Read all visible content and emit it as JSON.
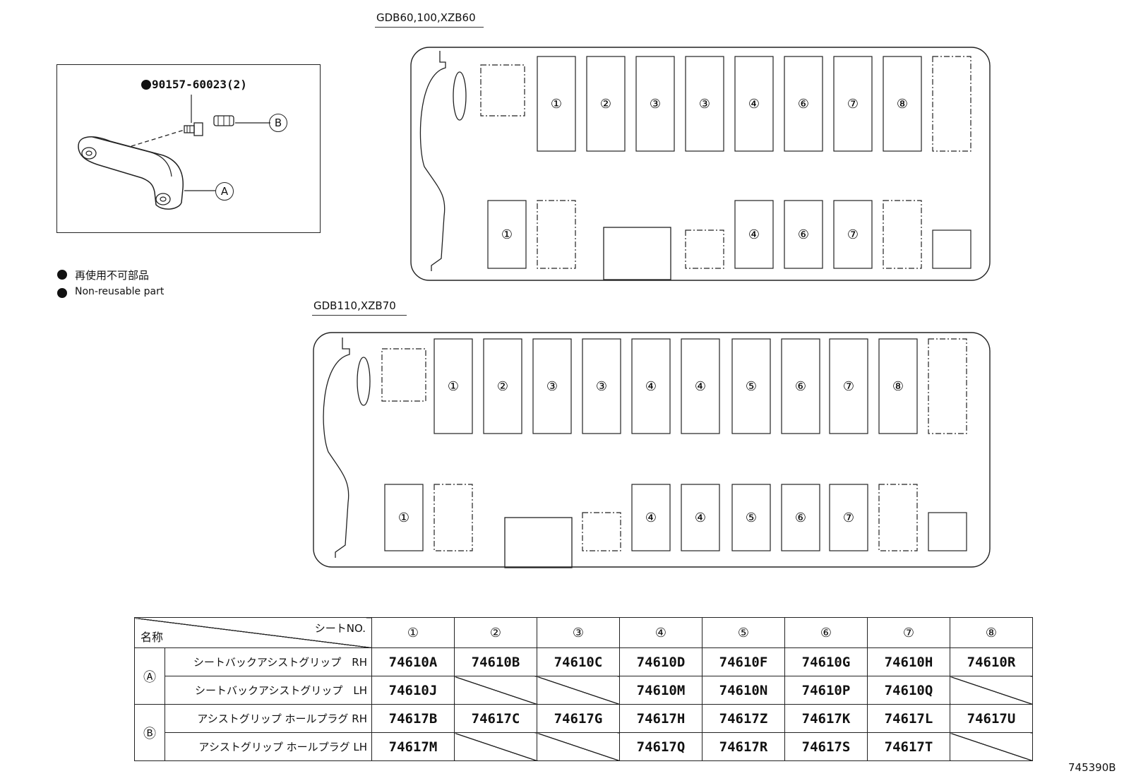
{
  "layouts": [
    {
      "title": "GDB60,100,XZB60",
      "top_row": [
        "",
        "①",
        "②",
        "③",
        "③",
        "④",
        "⑥",
        "⑦",
        "⑧",
        ""
      ],
      "bottom_row": [
        "①",
        "",
        "",
        "",
        "④",
        "⑥",
        "⑦",
        "",
        ""
      ]
    },
    {
      "title": "GDB110,XZB70",
      "top_row": [
        "",
        "①",
        "②",
        "③",
        "③",
        "④",
        "④",
        "⑤",
        "⑥",
        "⑦",
        "⑧",
        ""
      ],
      "bottom_row": [
        "①",
        "",
        "",
        "",
        "④",
        "④",
        "⑤",
        "⑥",
        "⑦",
        "",
        ""
      ]
    }
  ],
  "detail": {
    "part_number": "90157-60023(2)",
    "callout_a": "A",
    "callout_b": "B"
  },
  "legend": {
    "jp": "再使用不可部品",
    "en": "Non-reusable part"
  },
  "table": {
    "header_left": "名称",
    "header_right": "シートNO.",
    "seats": [
      "①",
      "②",
      "③",
      "④",
      "⑤",
      "⑥",
      "⑦",
      "⑧"
    ],
    "groups": [
      {
        "symbol": "Ⓐ",
        "rows": [
          {
            "name": "シートバックアシストグリップ　RH",
            "codes": [
              "74610A",
              "74610B",
              "74610C",
              "74610D",
              "74610F",
              "74610G",
              "74610H",
              "74610R"
            ]
          },
          {
            "name": "シートバックアシストグリップ　LH",
            "codes": [
              "74610J",
              "",
              "",
              "74610M",
              "74610N",
              "74610P",
              "74610Q",
              ""
            ]
          }
        ]
      },
      {
        "symbol": "Ⓑ",
        "rows": [
          {
            "name": "アシストグリップ ホールプラグ RH",
            "codes": [
              "74617B",
              "74617C",
              "74617G",
              "74617H",
              "74617Z",
              "74617K",
              "74617L",
              "74617U"
            ]
          },
          {
            "name": "アシストグリップ ホールプラグ LH",
            "codes": [
              "74617M",
              "",
              "",
              "74617Q",
              "74617R",
              "74617S",
              "74617T",
              ""
            ]
          }
        ]
      }
    ]
  },
  "drawing_id": "745390B"
}
